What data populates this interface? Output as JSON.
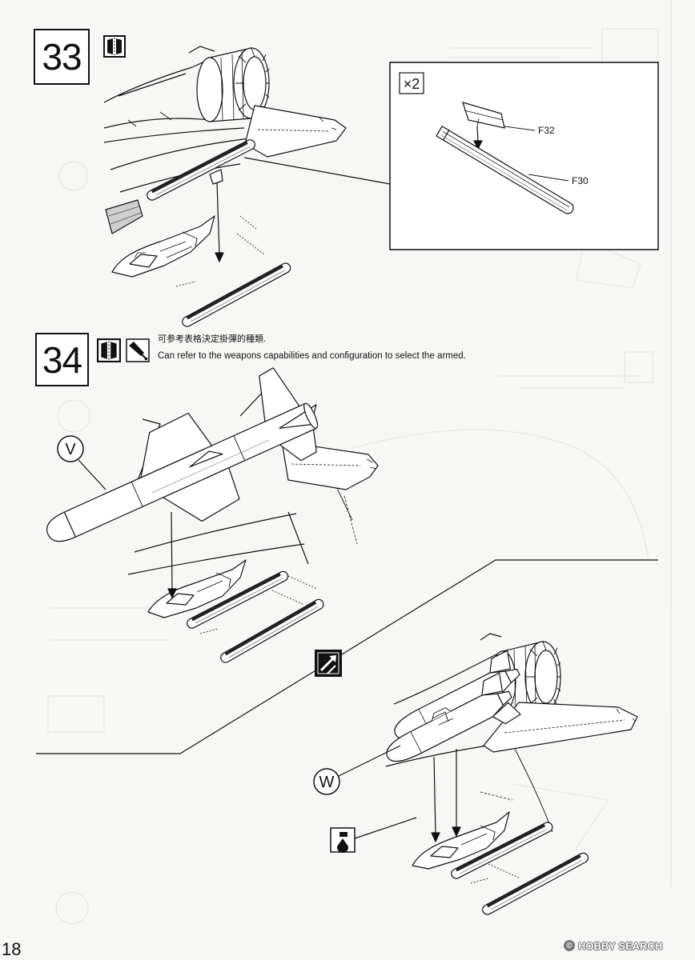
{
  "page": {
    "number": "18"
  },
  "step33": {
    "number": "33",
    "icons": [
      "symmetry-icon"
    ],
    "detail": {
      "multiplier": "×2",
      "parts": [
        "F32",
        "F30"
      ]
    }
  },
  "step34": {
    "number": "34",
    "icons": [
      "symmetry-icon",
      "glue-icon"
    ],
    "note_zh": "可参考表格決定掛彈的種類.",
    "note_en": "Can refer to the weapons capabilities and configuration to select the armed.",
    "option_v": "V",
    "option_w": "W",
    "separator_icon": "alternative-icon",
    "paint_icon": "paint-drop-icon"
  },
  "watermark": {
    "symbol": "©",
    "text": "HOBBY SEARCH"
  }
}
